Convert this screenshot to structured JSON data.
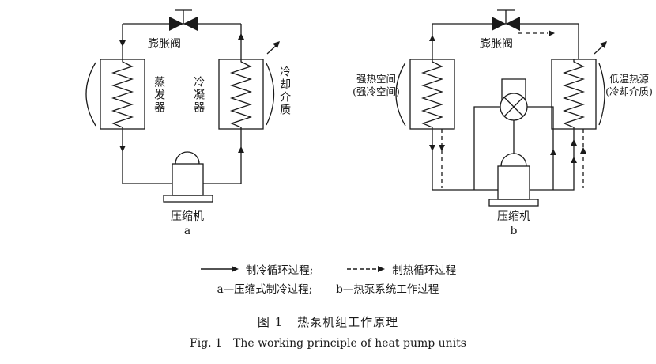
{
  "figure": {
    "cycle_a": {
      "expansion_valve": "膨胀阀",
      "evaporator": "蒸发器",
      "condenser": "冷凝器",
      "cooling_medium": "冷却介质",
      "compressor": "压缩机",
      "sublabel": "a"
    },
    "cycle_b": {
      "expansion_valve": "膨胀阀",
      "space_label_line1": "强热空间",
      "space_label_line2": "(强冷空间)",
      "source_label_line1": "低温热源",
      "source_label_line2": "(冷却介质)",
      "compressor": "压缩机",
      "sublabel": "b"
    },
    "legend": {
      "solid_arrow_label": "制冷循环过程;",
      "dashed_arrow_label": "制热循环过程",
      "item_a": "a—压缩式制冷过程;",
      "item_b": "b—热泵系统工作过程"
    },
    "caption": {
      "label_cn": "图 1",
      "title_cn": "热泵机组工作原理",
      "label_en": "Fig. 1",
      "title_en": "The working principle of heat pump units"
    }
  },
  "colors": {
    "ink": "#1a1a1a",
    "background": "#ffffff"
  }
}
